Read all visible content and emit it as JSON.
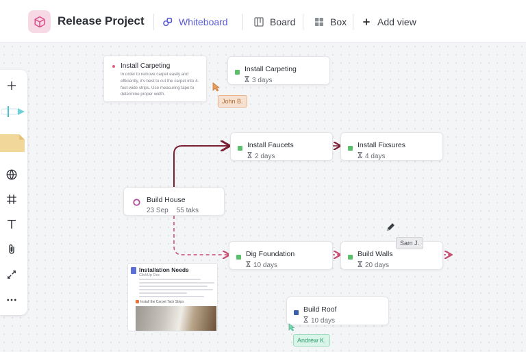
{
  "header": {
    "project_title": "Release Project",
    "tabs": [
      {
        "label": "Whiteboard",
        "icon": "whiteboard-icon",
        "active": true
      },
      {
        "label": "Board",
        "icon": "board-icon",
        "active": false
      },
      {
        "label": "Box",
        "icon": "box-icon",
        "active": false
      }
    ],
    "add_view_label": "Add view",
    "accent_color": "#5b5bd6"
  },
  "toolbar": {
    "tools": [
      "plus-icon",
      "marker-icon",
      "sticky-note-icon",
      "globe-icon",
      "frame-icon",
      "text-icon",
      "attachment-icon",
      "connector-icon",
      "more-icon"
    ]
  },
  "note": {
    "title": "Install Carpeting",
    "body": "In order to remove carpet easily and efficiently, it's best to cut the carpet into 4-foot-wide strips. Use measuring tape to determine proper width."
  },
  "cards": {
    "carpeting": {
      "title": "Install Carpeting",
      "duration": "3 days"
    },
    "faucets": {
      "title": "Install Faucets",
      "duration": "2 days"
    },
    "fixsures": {
      "title": "Install Fixsures",
      "duration": "4 days"
    },
    "build_house": {
      "title": "Build House",
      "date": "23 Sep",
      "tasks": "55 taks"
    },
    "foundation": {
      "title": "Dig Foundation",
      "duration": "10 days"
    },
    "walls": {
      "title": "Build Walls",
      "duration": "20 days"
    },
    "roof": {
      "title": "Build Roof",
      "duration": "10 days"
    }
  },
  "cursors": {
    "john": "John B.",
    "sam": "Sam J.",
    "andrew": "Andrew K."
  },
  "doc": {
    "title": "Installation Needs",
    "subtitle": "ClickUp Doc",
    "heading": "Install the Carpet Tack Strips"
  },
  "colors": {
    "status_green": "#5cbf6c",
    "status_blue": "#3a5fa8",
    "connector_solid": "#7a1f33",
    "connector_dashed": "#c74a6e"
  }
}
